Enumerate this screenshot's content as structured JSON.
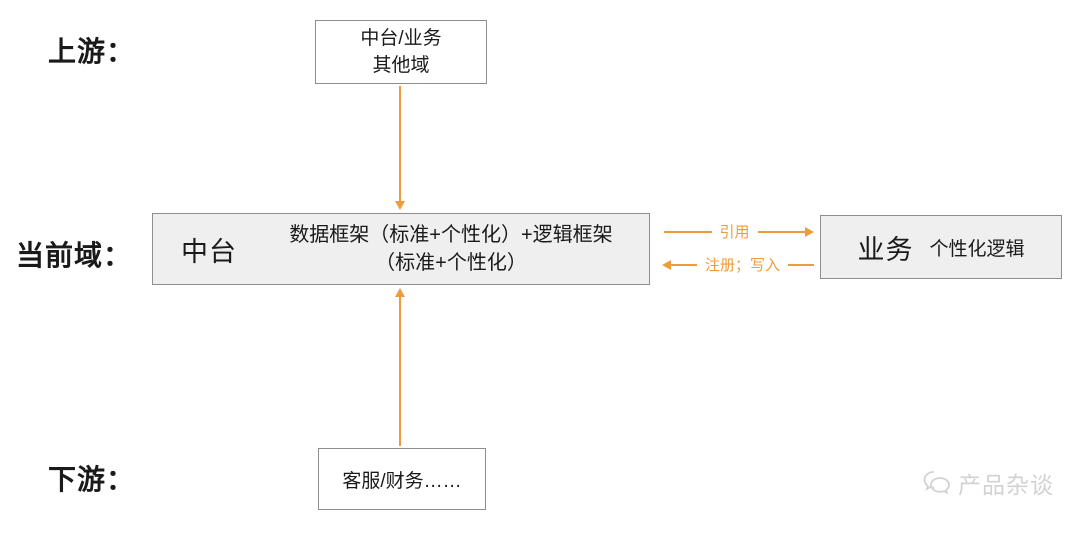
{
  "diagram": {
    "row_labels": {
      "upstream": "上游：",
      "current": "当前域：",
      "downstream": "下游："
    },
    "boxes": {
      "upstream": {
        "line1": "中台/业务",
        "line2": "其他域"
      },
      "middle": {
        "title": "中台",
        "desc_line1": "数据框架（标准+个性化）+逻辑框架",
        "desc_line2": "（标准+个性化）"
      },
      "business": {
        "title": "业务",
        "subtitle": "个性化逻辑"
      },
      "downstream": {
        "label": "客服/财务……"
      }
    },
    "arrows": {
      "cite_label": "引用",
      "register_label": "注册；写入"
    },
    "watermark": {
      "text": "产品杂谈",
      "icon": "wechat-chat-bubble-icon"
    },
    "colors": {
      "accent": "#EE9C3A",
      "box_fill": "#EFEFEF",
      "box_border": "#8E8E8E",
      "watermark": "#D2D2D2"
    }
  }
}
